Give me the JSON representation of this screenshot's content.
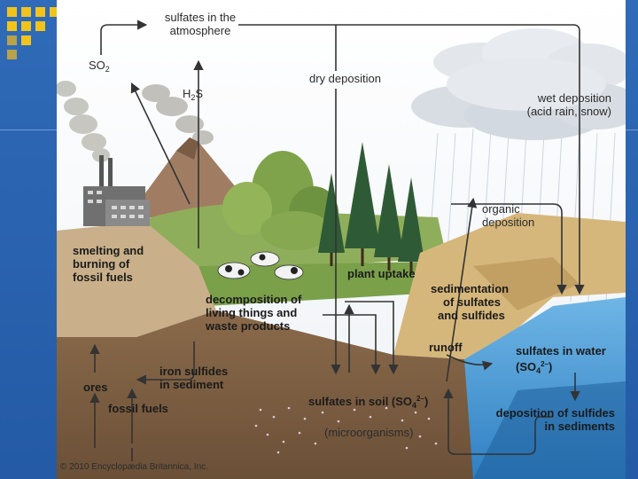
{
  "slide": {
    "accent_color": "#f2c31b",
    "background_color": "#2a62ae"
  },
  "diagram": {
    "labels": {
      "atmosphere": [
        "sulfates in the",
        "atmosphere"
      ],
      "so2": {
        "main": "SO",
        "sub": "2"
      },
      "h2s": {
        "pre": "H",
        "sub": "2",
        "post": "S"
      },
      "dry_deposition": "dry deposition",
      "wet_deposition": [
        "wet deposition",
        "(acid rain, snow)"
      ],
      "organic_deposition": [
        "organic",
        "deposition"
      ],
      "smelting": [
        "smelting and",
        "burning of",
        "fossil fuels"
      ],
      "plant_uptake": "plant uptake",
      "sedimentation": [
        "sedimentation",
        "of sulfates",
        "and sulfides"
      ],
      "decomposition": [
        "decomposition of",
        "living things and",
        "waste products"
      ],
      "runoff": "runoff",
      "sulfates_water": "sulfates in water",
      "so4_water": {
        "open": "(SO",
        "sub": "4",
        "sup": "2–",
        "close": ")"
      },
      "iron_sulfides": [
        "iron sulfides",
        "in sediment"
      ],
      "ores": "ores",
      "sulfates_soil": {
        "text": "sulfates in soil (SO",
        "sub": "4",
        "sup": "2–",
        "close": ")"
      },
      "fossil_fuels": "fossil fuels",
      "microorganisms": "(microorganisms)",
      "deposition_sulfides": [
        "deposition of sulfides",
        "in sediments"
      ]
    },
    "copyright": "© 2010 Encyclopædia Britannica, Inc."
  }
}
